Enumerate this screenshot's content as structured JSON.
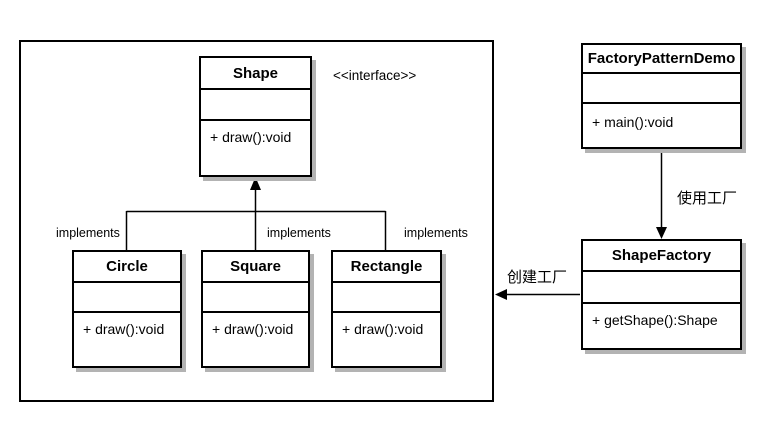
{
  "diagram": {
    "stereotype_label": "<<interface>>",
    "labels": {
      "implements_circle": "implements",
      "implements_square": "implements",
      "implements_rectangle": "implements",
      "use_factory": "使用工厂",
      "create_factory": "创建工厂"
    },
    "classes": {
      "shape": {
        "name": "Shape",
        "methods": "+ draw():void"
      },
      "circle": {
        "name": "Circle",
        "methods": "+ draw():void"
      },
      "square": {
        "name": "Square",
        "methods": "+ draw():void"
      },
      "rectangle": {
        "name": "Rectangle",
        "methods": "+ draw():void"
      },
      "factory_pattern_demo": {
        "name": "FactoryPatternDemo",
        "methods": "+ main():void"
      },
      "shape_factory": {
        "name": "ShapeFactory",
        "methods": "+ getShape():Shape"
      }
    },
    "colors": {
      "line": "#000000",
      "box_fill": "#ffffff",
      "shadow": "#b3b3b3",
      "background": "#ffffff"
    }
  }
}
